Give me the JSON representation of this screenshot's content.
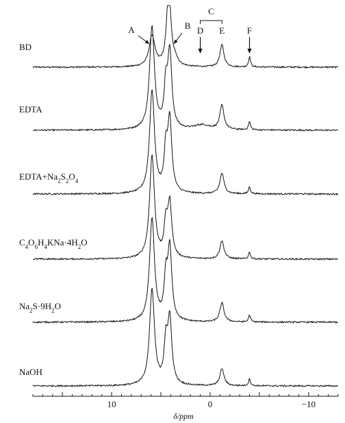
{
  "chart_data": {
    "type": "line",
    "title": "",
    "xlabel": "δ/ppm",
    "ylabel": "",
    "xlim": [
      18,
      -13
    ],
    "x_reversed": true,
    "x_ticks": [
      10,
      0,
      -10
    ],
    "x_tick_labels": [
      "10",
      "0",
      "−10"
    ],
    "series": [
      {
        "name": "BD",
        "peaks": [
          {
            "ppm": 5.9,
            "height": 45,
            "width": 0.35
          },
          {
            "ppm": 4.2,
            "height": 120,
            "width": 0.25
          },
          {
            "ppm": 3.5,
            "height": 8,
            "width": 0.3
          },
          {
            "ppm": -1.2,
            "height": 32,
            "width": 0.25
          },
          {
            "ppm": -4.0,
            "height": 15,
            "width": 0.12
          }
        ]
      },
      {
        "name": "EDTA",
        "peaks": [
          {
            "ppm": 5.9,
            "height": 150,
            "width": 0.3
          },
          {
            "ppm": 4.5,
            "height": 55,
            "width": 0.2
          },
          {
            "ppm": 4.1,
            "height": 110,
            "width": 0.25
          },
          {
            "ppm": 0.8,
            "height": 7,
            "width": 1.0
          },
          {
            "ppm": -1.2,
            "height": 35,
            "width": 0.25
          },
          {
            "ppm": -4.0,
            "height": 12,
            "width": 0.12
          }
        ]
      },
      {
        "name": "EDTA+Na2S2O4",
        "label_parts": [
          {
            "t": "EDTA+Na",
            "sub": false
          },
          {
            "t": "2",
            "sub": true
          },
          {
            "t": "S",
            "sub": false
          },
          {
            "t": "2",
            "sub": true
          },
          {
            "t": "O",
            "sub": false
          },
          {
            "t": "4",
            "sub": true
          }
        ],
        "peaks": [
          {
            "ppm": 5.9,
            "height": 150,
            "width": 0.3
          },
          {
            "ppm": 4.5,
            "height": 55,
            "width": 0.2
          },
          {
            "ppm": 4.1,
            "height": 105,
            "width": 0.25
          },
          {
            "ppm": -1.2,
            "height": 30,
            "width": 0.25
          },
          {
            "ppm": -4.0,
            "height": 10,
            "width": 0.12
          }
        ]
      },
      {
        "name": "C4O6H4KNa·4H2O",
        "label_parts": [
          {
            "t": "C",
            "sub": false
          },
          {
            "t": "4",
            "sub": true
          },
          {
            "t": "O",
            "sub": false
          },
          {
            "t": "6",
            "sub": true
          },
          {
            "t": "H",
            "sub": false
          },
          {
            "t": "4",
            "sub": true
          },
          {
            "t": "KNa·4H",
            "sub": false
          },
          {
            "t": "2",
            "sub": true
          },
          {
            "t": "O",
            "sub": false
          }
        ],
        "peaks": [
          {
            "ppm": 5.9,
            "height": 150,
            "width": 0.3
          },
          {
            "ppm": 4.5,
            "height": 45,
            "width": 0.2
          },
          {
            "ppm": 4.1,
            "height": 78,
            "width": 0.25
          },
          {
            "ppm": -1.2,
            "height": 26,
            "width": 0.25
          },
          {
            "ppm": -4.0,
            "height": 10,
            "width": 0.12
          }
        ]
      },
      {
        "name": "Na2S·9H2O",
        "label_parts": [
          {
            "t": "Na",
            "sub": false
          },
          {
            "t": "2",
            "sub": true
          },
          {
            "t": "S·9H",
            "sub": false
          },
          {
            "t": "2",
            "sub": true
          },
          {
            "t": "O",
            "sub": false
          }
        ],
        "peaks": [
          {
            "ppm": 5.9,
            "height": 150,
            "width": 0.3
          },
          {
            "ppm": 4.5,
            "height": 55,
            "width": 0.2
          },
          {
            "ppm": 4.1,
            "height": 105,
            "width": 0.25
          },
          {
            "ppm": -1.2,
            "height": 28,
            "width": 0.25
          },
          {
            "ppm": -4.0,
            "height": 10,
            "width": 0.12
          }
        ]
      },
      {
        "name": "NaOH",
        "peaks": [
          {
            "ppm": 5.9,
            "height": 140,
            "width": 0.3
          },
          {
            "ppm": 4.5,
            "height": 55,
            "width": 0.2
          },
          {
            "ppm": 4.1,
            "height": 95,
            "width": 0.25
          },
          {
            "ppm": -1.2,
            "height": 25,
            "width": 0.25
          },
          {
            "ppm": -4.0,
            "height": 10,
            "width": 0.12
          }
        ]
      }
    ],
    "annotations": [
      {
        "label": "A",
        "ppm": 5.9,
        "kind": "pointer"
      },
      {
        "label": "B",
        "ppm": 4.1,
        "kind": "pointer"
      },
      {
        "label": "C",
        "ppm": 0.0,
        "kind": "bracket",
        "span": [
          "D",
          "E"
        ]
      },
      {
        "label": "D",
        "ppm": 1.0,
        "kind": "arrow-down"
      },
      {
        "label": "E",
        "ppm": -1.2,
        "kind": "bracket-end"
      },
      {
        "label": "F",
        "ppm": -4.0,
        "kind": "arrow-down"
      }
    ],
    "colors": {
      "line": "#111111",
      "axis": "#111111"
    },
    "grid": false,
    "legend": "none"
  }
}
